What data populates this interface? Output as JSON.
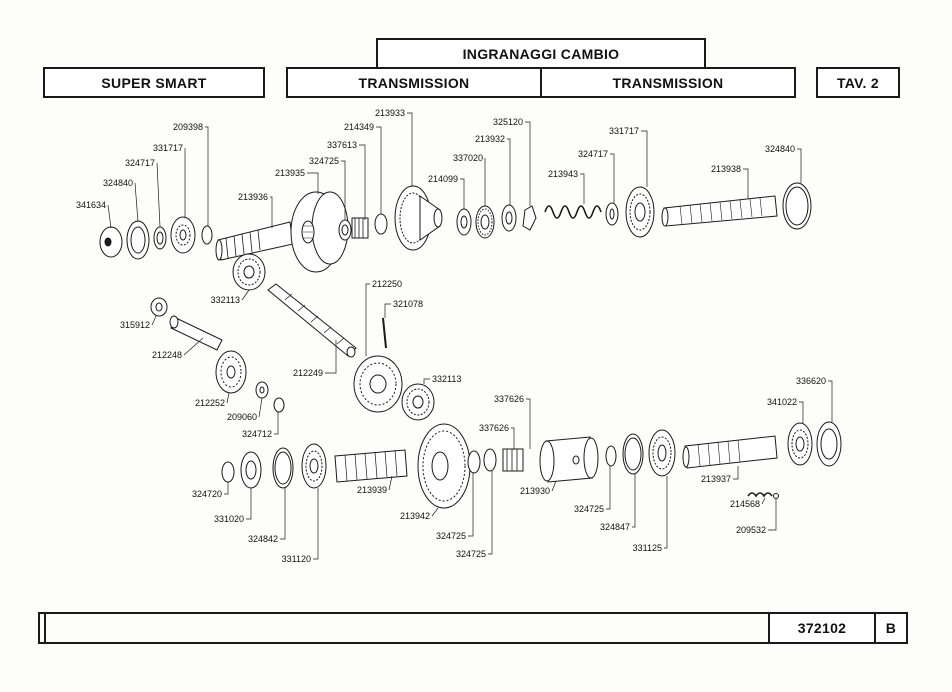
{
  "header": {
    "title": "INGRANAGGI CAMBIO",
    "model": "SUPER SMART",
    "section_left": "TRANSMISSION",
    "section_right": "TRANSMISSION",
    "plate": "TAV. 2"
  },
  "footer": {
    "code": "372102",
    "revision": "B"
  },
  "parts": [
    "341634",
    "324840",
    "324717",
    "331717",
    "209398",
    "213936",
    "213935",
    "337613",
    "324725",
    "214349",
    "213933",
    "214099",
    "337020",
    "213932",
    "325120",
    "213943",
    "324717",
    "331717",
    "213938",
    "324840",
    "332113",
    "315912",
    "212248",
    "212252",
    "209060",
    "324712",
    "212249",
    "212250",
    "321078",
    "332113",
    "324720",
    "331020",
    "324842",
    "331120",
    "213939",
    "213942",
    "324725",
    "324725",
    "337626",
    "337626",
    "213930",
    "324725",
    "324847",
    "331125",
    "213937",
    "214568",
    "209532",
    "341022",
    "336620"
  ],
  "colors": {
    "ink": "#1a1a1a",
    "paper": "#fdfdfb"
  }
}
